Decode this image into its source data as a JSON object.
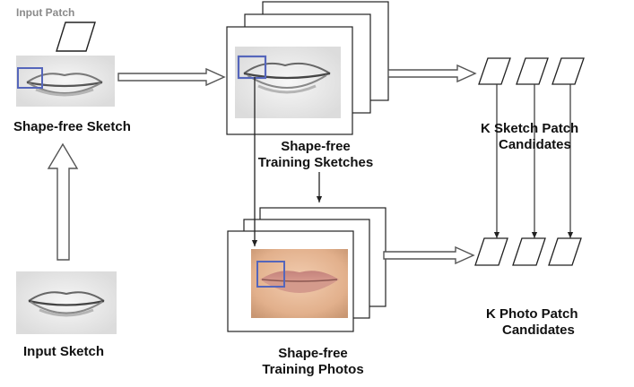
{
  "labels": {
    "input_patch": "Input Patch",
    "shape_free_sketch": "Shape-free Sketch",
    "training_sketches_line1": "Shape-free",
    "training_sketches_line2": "Training Sketches",
    "sketch_candidates_line1": "K Sketch Patch",
    "sketch_candidates_line2": "Candidates",
    "photo_candidates_line1": "K Photo Patch",
    "photo_candidates_line2": "Candidates",
    "input_sketch": "Input Sketch",
    "training_photos_line1": "Shape-free",
    "training_photos_line2": "Training Photos"
  },
  "colors": {
    "highlight_box": "#5566bb",
    "frame_stroke": "#222222",
    "arrow_stroke": "#444444",
    "skin_tone": "#d9a780",
    "lip_tone": "#c98a82"
  },
  "icons": {
    "sketch_image": "mouth-sketch",
    "photo_image": "mouth-photo"
  }
}
